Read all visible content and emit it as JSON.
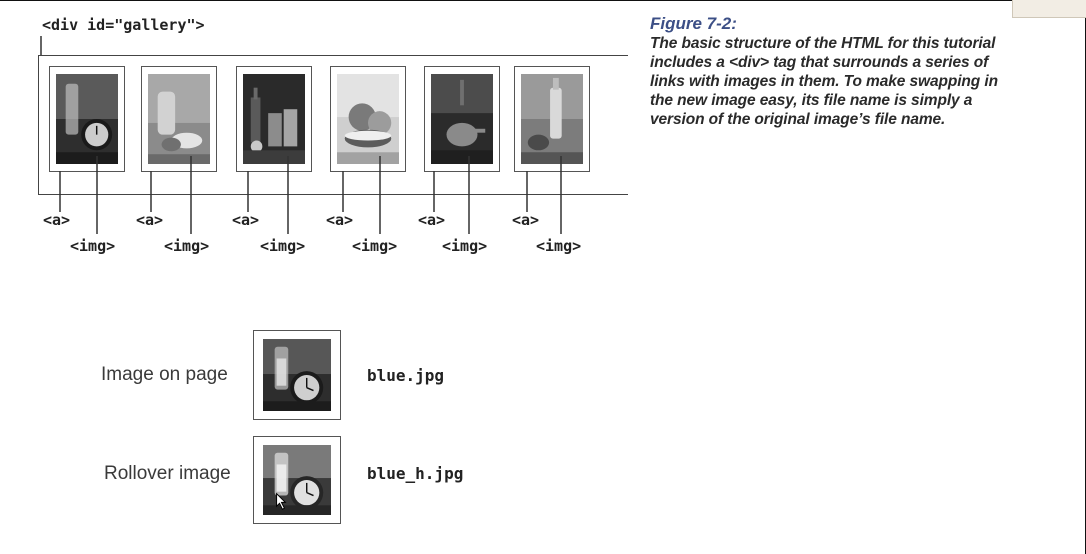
{
  "diagram": {
    "div_tag": "<div id=\"gallery\">",
    "a_tag": "<a>",
    "img_tag": "<img>",
    "thumbnails": [
      {
        "icon": "clock-glass-photo-icon"
      },
      {
        "icon": "vase-fruit-photo-icon"
      },
      {
        "icon": "bottles-books-photo-icon"
      },
      {
        "icon": "fruit-bowl-photo-icon"
      },
      {
        "icon": "teapot-photo-icon"
      },
      {
        "icon": "bottle-cup-photo-icon"
      }
    ]
  },
  "caption": {
    "title": "Figure 7-2:",
    "body": "The basic structure of the HTML for this tutorial includes a <div> tag that surrounds a series of links with images in them. To make swapping in the new image easy, its file name is simply a version of the original image’s file name."
  },
  "examples": [
    {
      "label": "Image on page",
      "file": "blue.jpg",
      "icon": "clock-glass-photo-icon"
    },
    {
      "label": "Rollover image",
      "file": "blue_h.jpg",
      "icon": "clock-glass-hover-photo-icon"
    }
  ]
}
